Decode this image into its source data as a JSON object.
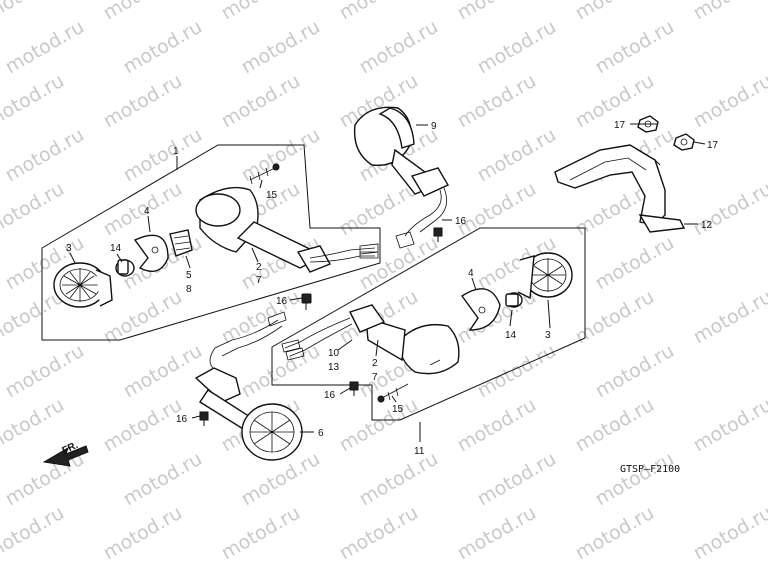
{
  "watermark_text": "motod.ru",
  "diagram_code": "GTSP—F2100",
  "direction_marker": "FR.",
  "callouts": {
    "c1": "1",
    "c2a": "2",
    "c7a": "7",
    "c3a": "3",
    "c4a": "4",
    "c5": "5",
    "c8": "8",
    "c14a": "14",
    "c15a": "15",
    "c16a": "16",
    "c9": "9",
    "c16b": "16",
    "c17a": "17",
    "c17b": "17",
    "c12": "12",
    "c4b": "4",
    "c14b": "14",
    "c3b": "3",
    "c10": "10",
    "c13": "13",
    "c2b": "2",
    "c7b": "7",
    "c16c": "16",
    "c15b": "15",
    "c16d": "16",
    "c6": "6",
    "c11": "11"
  }
}
